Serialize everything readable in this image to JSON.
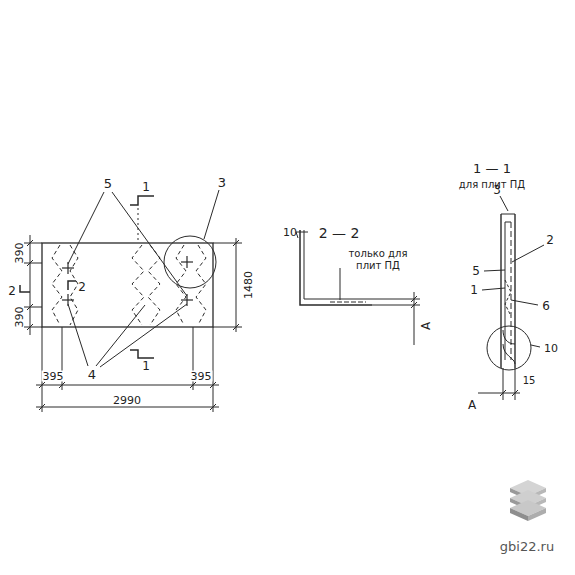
{
  "diagram": {
    "labels": [
      "390",
      "2",
      "2",
      "390",
      "5",
      "1",
      "3",
      "1480",
      "4",
      "1",
      "395",
      "395",
      "2990",
      "2 — 2",
      "10",
      "только для плит ПД",
      "А",
      "1 — 1",
      "для плит ПД",
      "3",
      "2",
      "5",
      "1",
      "6",
      "10",
      "15",
      "А",
      "gbi22.ru"
    ]
  }
}
